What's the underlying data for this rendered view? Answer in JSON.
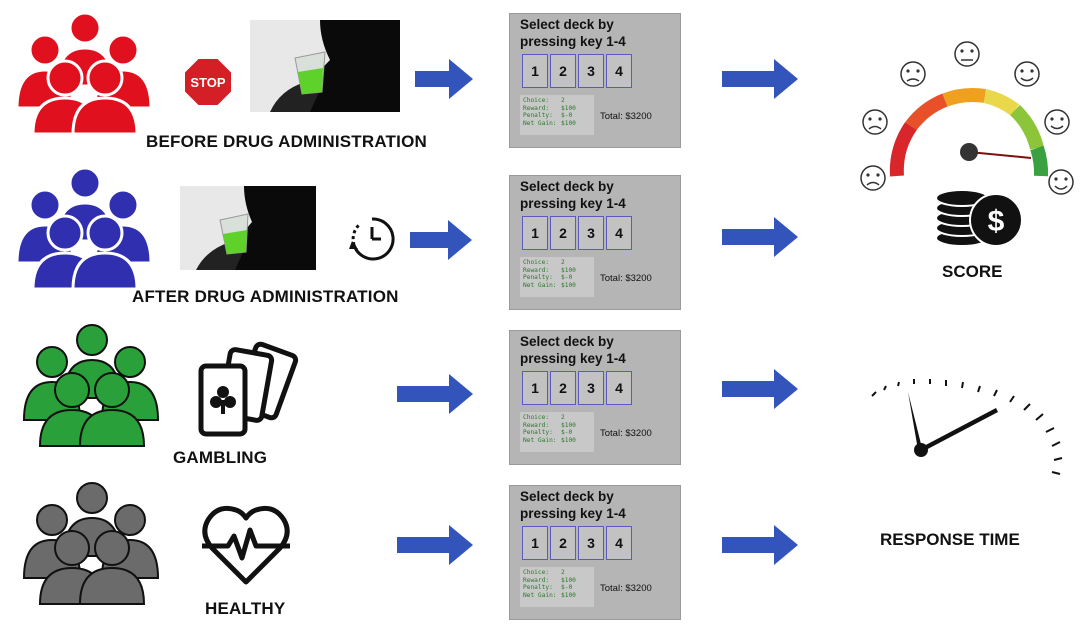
{
  "groups": [
    {
      "label": "BEFORE DRUG ADMINISTRATION",
      "color": "#e0101e",
      "icons": [
        "stop-sign-icon",
        "drinking-photo"
      ]
    },
    {
      "label": "AFTER DRUG ADMINISTRATION",
      "color": "#2f2fb0",
      "icons": [
        "drinking-photo",
        "clock-timer-icon"
      ]
    },
    {
      "label": "GAMBLING",
      "color": "#2aa03a",
      "icons": [
        "playing-cards-icon"
      ]
    },
    {
      "label": "HEALTHY",
      "color": "#6b6b6b",
      "icons": [
        "heartbeat-icon"
      ]
    }
  ],
  "stop_sign_text": "STOP",
  "task_panel": {
    "title_line1": "Select deck by",
    "title_line2": "pressing key 1-4",
    "keys": [
      "1",
      "2",
      "3",
      "4"
    ],
    "stats": [
      {
        "k": "Choice:",
        "v": "2"
      },
      {
        "k": "Reward:",
        "v": "$100"
      },
      {
        "k": "Penalty:",
        "v": "$-0"
      },
      {
        "k": "Net Gain:",
        "v": "$100"
      }
    ],
    "total": "Total: $3200"
  },
  "outcomes": {
    "score_label": "SCORE",
    "response_time_label": "RESPONSE TIME",
    "dollar_symbol": "$"
  },
  "colors": {
    "arrow": "#3355bb",
    "gauge_red": "#d8262a",
    "gauge_orange": "#f0a020",
    "gauge_yellow": "#e9d84a",
    "gauge_green": "#3aa040"
  }
}
